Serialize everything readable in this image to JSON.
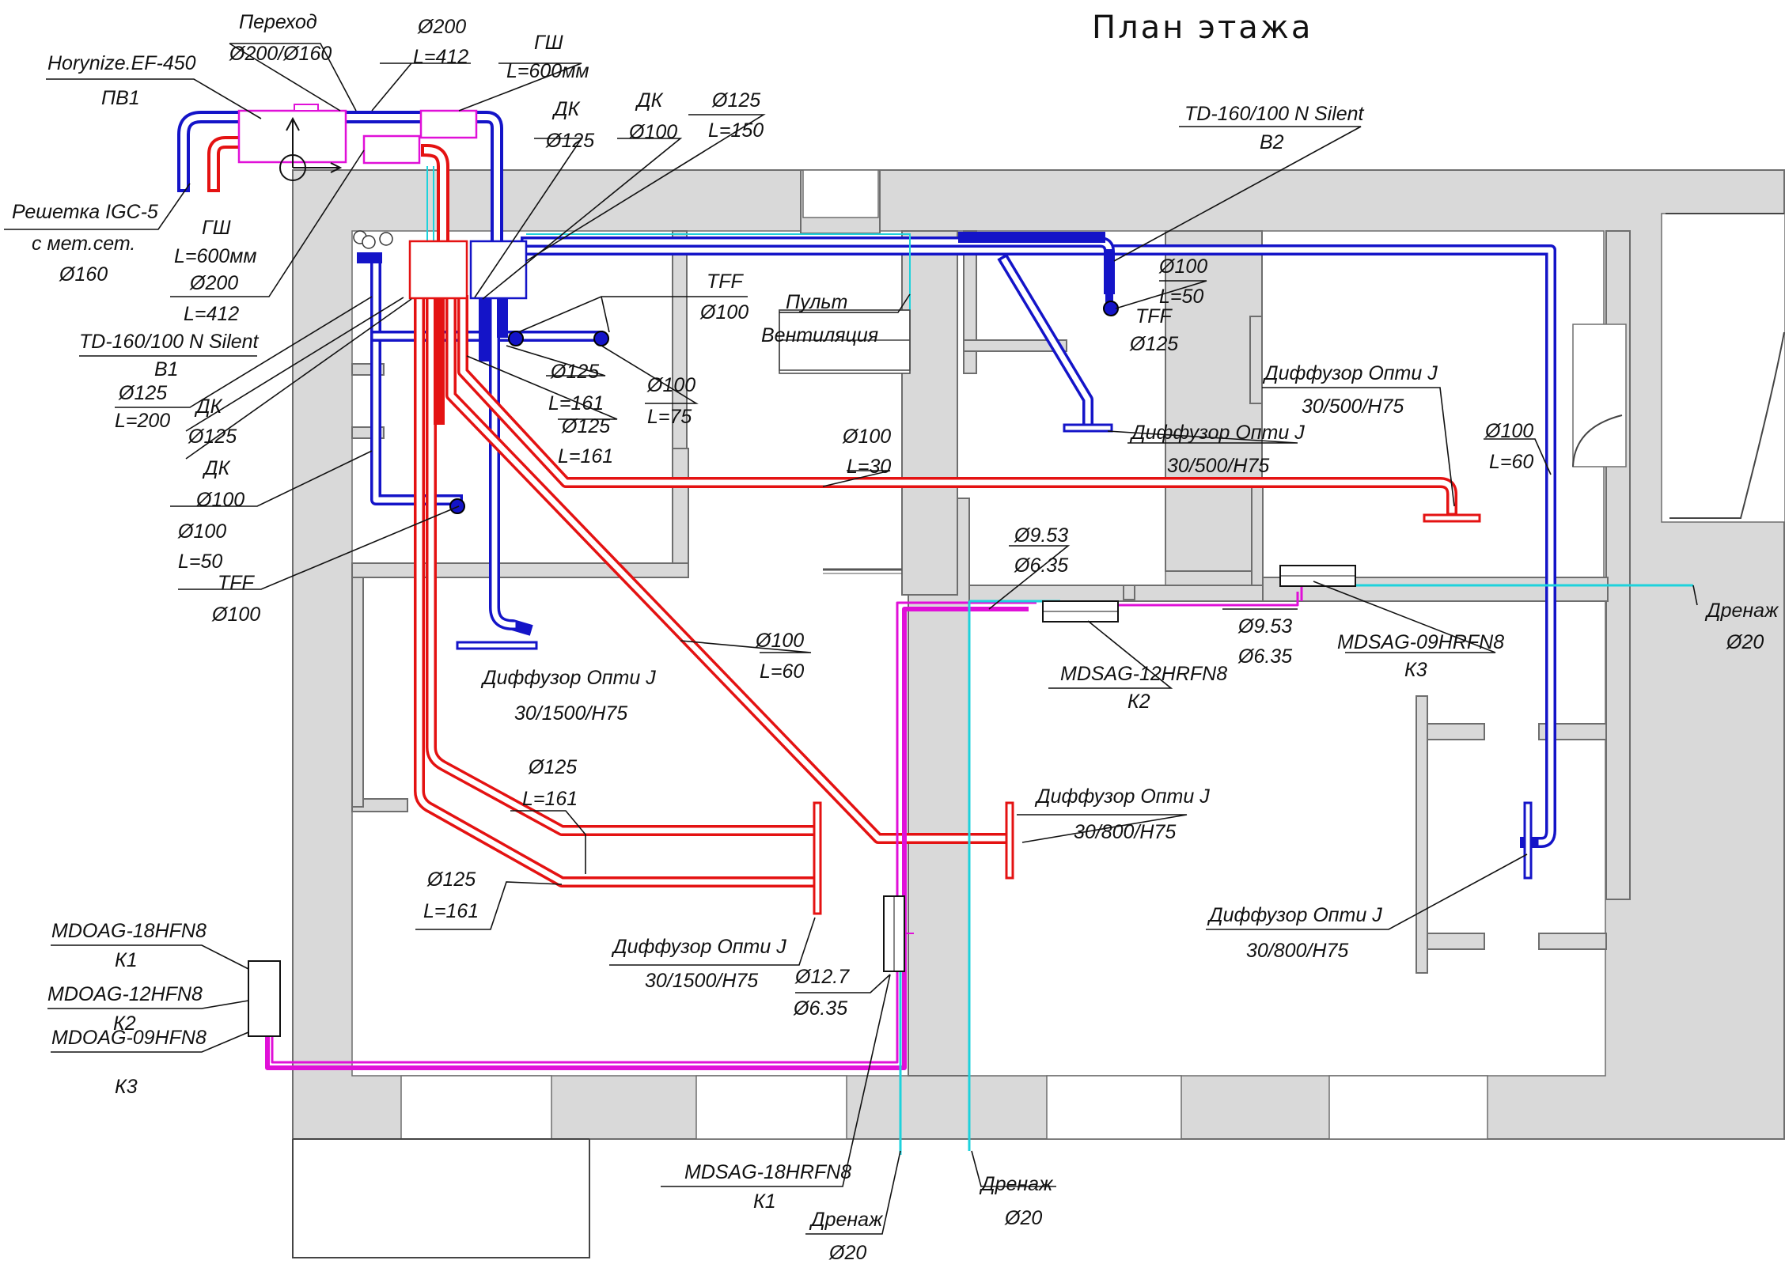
{
  "title": "План этажа",
  "labels": {
    "perehod": "Переход",
    "perehod_size": "Ø200/Ø160",
    "unit_name": "Horynize.EF-450",
    "unit_code": "ПВ1",
    "duct_top_d": "Ø200",
    "duct_top_l": "L=412",
    "gsh_top": "ГШ",
    "gsh_top_l": "L=600мм",
    "grille_1": "Решетка IGC-5",
    "grille_2": "с мет.сет.",
    "grille_3": "Ø160",
    "gsh_left": "ГШ",
    "gsh_left_l": "L=600мм",
    "duct_left_d": "Ø200",
    "duct_left_l": "L=412",
    "td_b1": "TD-160/100 N Silent",
    "b1": "В1",
    "l125": "Ø125",
    "l200": "L=200",
    "dk_a": "ДК",
    "dk_a_d": "Ø125",
    "dk_b": "ДК",
    "dk_b_d": "Ø100",
    "d100_l50": "Ø100",
    "l50": "L=50",
    "tff_left": "TFF",
    "tff_left_d": "Ø100",
    "dk_c": "ДК",
    "dk_c_d": "Ø125",
    "dk_d": "ДК",
    "dk_d_d": "Ø100",
    "d125_l150": "Ø125",
    "l150": "L=150",
    "tff_mid": "TFF",
    "tff_mid_d": "Ø100",
    "pult": "Пульт",
    "vent": "Вентиляция",
    "d125_161a": "Ø125",
    "l161a": "L=161",
    "d100_l75": "Ø100",
    "l75": "L=75",
    "d125_161b": "Ø125",
    "l161b": "L=161",
    "td_b2": "TD-160/100 N Silent",
    "b2": "В2",
    "d100_50r": "Ø100",
    "l50r": "L=50",
    "tff_r": "TFF",
    "tff_r_d": "Ø125",
    "diff_a": "Диффузор Опти J",
    "diff_a_s": "30/500/H75",
    "diff_b": "Диффузор Опти J",
    "diff_b_s": "30/500/H75",
    "d100_l30": "Ø100",
    "l30": "L=30",
    "d100_l60r": "Ø100",
    "l60r": "L=60",
    "d953a": "Ø9.53",
    "d635a": "Ø6.35",
    "d953b": "Ø9.53",
    "d635b": "Ø6.35",
    "mdsag09": "MDSAG-09HRFN8",
    "k3": "К3",
    "mdsag12": "MDSAG-12HRFN8",
    "k2": "К2",
    "drain_r": "Дренаж",
    "drain_r_d": "Ø20",
    "diff_c": "Диффузор Опти J",
    "diff_c_s": "30/1500/H75",
    "d100_l60": "Ø100",
    "l60": "L=60",
    "d125_161c": "Ø125",
    "l161c": "L=161",
    "diff_d": "Диффузор Опти J",
    "diff_d_s": "30/800/H75",
    "d125_161d": "Ø125",
    "l161d": "L=161",
    "diff_e": "Диффузор Опти J",
    "diff_e_s": "30/1500/H75",
    "d127": "Ø12.7",
    "d635c": "Ø6.35",
    "diff_f": "Диффузор Опти J",
    "diff_f_s": "30/800/H75",
    "mdoag18": "MDOAG-18HFN8",
    "k1a": "К1",
    "mdoag12": "MDOAG-12HFN8",
    "k2a": "К2",
    "mdoag09": "MDOAG-09HFN8",
    "k3a": "К3",
    "mdsag18": "MDSAG-18HRFN8",
    "k1b": "К1",
    "drain_a": "Дренаж",
    "drain_a_d": "Ø20",
    "drain_b": "Дренаж",
    "drain_b_d": "Ø20"
  },
  "colors": {
    "supply_duct": "#e41212",
    "exhaust_duct": "#1414c8",
    "refrigerant_pipe": "#e010d8",
    "drain_pipe": "#1ed2dc",
    "walls": "#d9d9d9"
  }
}
